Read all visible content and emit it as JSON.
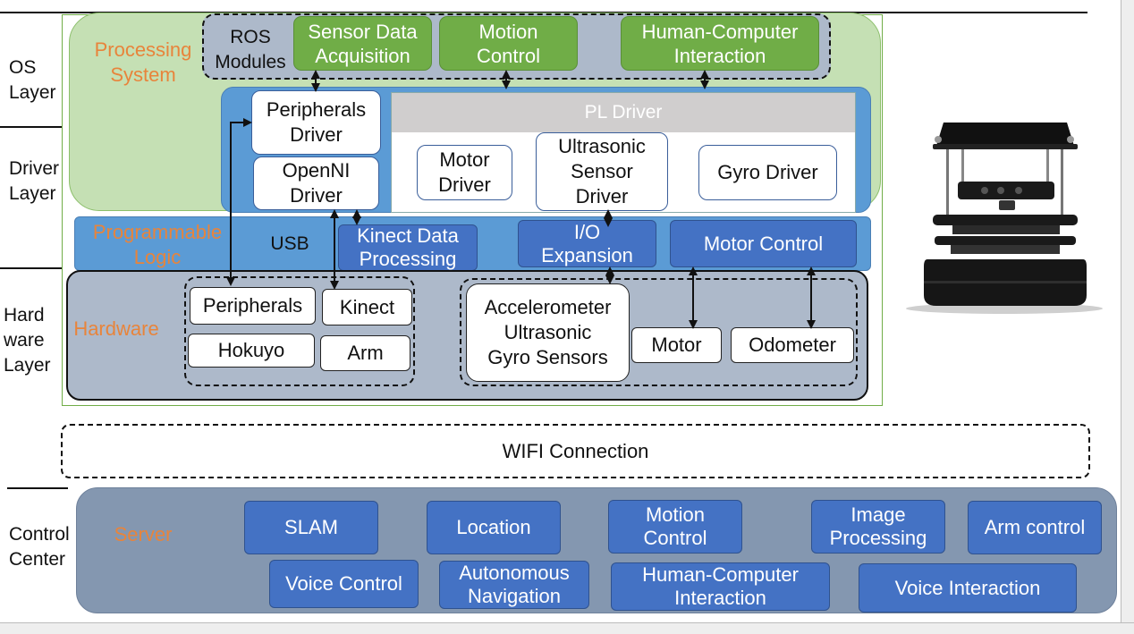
{
  "layers": {
    "os": "OS\nLayer",
    "driver": "Driver\nLayer",
    "hardware": "Hard\nware\nLayer",
    "control": "Control\nCenter"
  },
  "processing_system": "Processing\nSystem",
  "ros_modules": {
    "label": "ROS\nModules",
    "items": [
      "Sensor Data\nAcquisition",
      "Motion\nControl",
      "Human-Computer\nInteraction"
    ]
  },
  "drivers": {
    "peripherals": "Peripherals\nDriver",
    "openni": "OpenNI\nDriver",
    "pl_driver": "PL Driver",
    "motor": "Motor\nDriver",
    "ultrasonic": "Ultrasonic\nSensor\nDriver",
    "gyro": "Gyro Driver"
  },
  "programmable_logic": {
    "label": "Programmable\nLogic",
    "usb": "USB",
    "kinect_processing": "Kinect Data\nProcessing",
    "io_expansion": "I/O\nExpansion",
    "motor_control": "Motor Control"
  },
  "hardware": {
    "label": "Hardware",
    "peripherals": "Peripherals",
    "kinect": "Kinect",
    "hokuyo": "Hokuyo",
    "arm": "Arm",
    "sensors": "Accelerometer\nUltrasonic\nGyro Sensors",
    "motor": "Motor",
    "odometer": "Odometer"
  },
  "wifi": "WIFI Connection",
  "server": {
    "label": "Server",
    "row1": [
      "SLAM",
      "Location",
      "Motion\nControl",
      "Image\nProcessing",
      "Arm control"
    ],
    "row2": [
      "Voice Control",
      "Autonomous\nNavigation",
      "Human-Computer\nInteraction",
      "Voice Interaction"
    ]
  },
  "colors": {
    "green_panel": "#c5e0b4",
    "green_module": "#70ad47",
    "blue_panel": "#5b9bd5",
    "blue_box": "#4472c4",
    "gray_panel": "#adb9ca",
    "pl_header": "#d0cece",
    "accent_orange": "#e8843b"
  },
  "icons": {
    "robot": "turtlebot-robot-icon"
  }
}
